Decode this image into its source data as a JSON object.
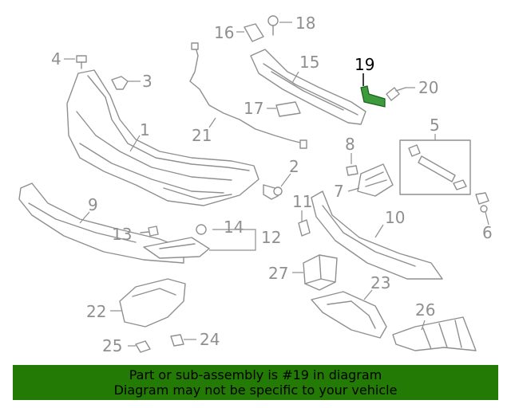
{
  "diagram": {
    "highlight_part": "19",
    "highlight_color": "#3d9a3d",
    "callouts": [
      {
        "id": "c1",
        "label": "1"
      },
      {
        "id": "c2",
        "label": "2"
      },
      {
        "id": "c3",
        "label": "3"
      },
      {
        "id": "c4",
        "label": "4"
      },
      {
        "id": "c5",
        "label": "5"
      },
      {
        "id": "c6",
        "label": "6"
      },
      {
        "id": "c7",
        "label": "7"
      },
      {
        "id": "c8",
        "label": "8"
      },
      {
        "id": "c9",
        "label": "9"
      },
      {
        "id": "c10",
        "label": "10"
      },
      {
        "id": "c11",
        "label": "11"
      },
      {
        "id": "c12",
        "label": "12"
      },
      {
        "id": "c13",
        "label": "13"
      },
      {
        "id": "c14",
        "label": "14"
      },
      {
        "id": "c15",
        "label": "15"
      },
      {
        "id": "c16",
        "label": "16"
      },
      {
        "id": "c17",
        "label": "17"
      },
      {
        "id": "c18",
        "label": "18"
      },
      {
        "id": "c19",
        "label": "19"
      },
      {
        "id": "c20",
        "label": "20"
      },
      {
        "id": "c21",
        "label": "21"
      },
      {
        "id": "c22",
        "label": "22"
      },
      {
        "id": "c23",
        "label": "23"
      },
      {
        "id": "c24",
        "label": "24"
      },
      {
        "id": "c25",
        "label": "25"
      },
      {
        "id": "c26",
        "label": "26"
      },
      {
        "id": "c27",
        "label": "27"
      }
    ]
  },
  "banner": {
    "line1": "Part or sub-assembly is #19 in diagram",
    "line2": "Diagram may not be specific to your vehicle",
    "background": "#237a05"
  }
}
